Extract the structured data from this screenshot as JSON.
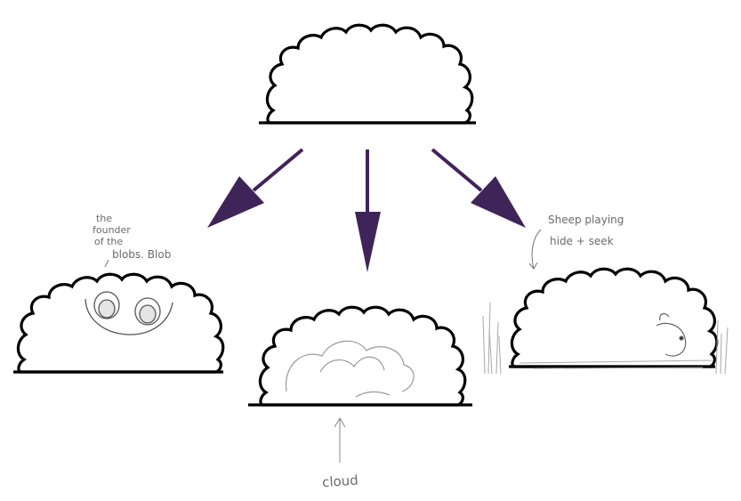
{
  "annotations": {
    "left_caption_lines": [
      "the",
      "founder",
      "of the",
      "blobs. Blob"
    ],
    "right_caption_lines": [
      "Sheep playing",
      "hide + seek"
    ],
    "center_caption": "cloud"
  },
  "colors": {
    "arrow": "#3f2459",
    "outline": "#000000",
    "pencil": "#8a8a8a"
  },
  "icons": [
    "blob-shape",
    "arrow-down-left",
    "arrow-down",
    "arrow-down-right",
    "face",
    "cloud-sketch",
    "sheep-sketch"
  ]
}
